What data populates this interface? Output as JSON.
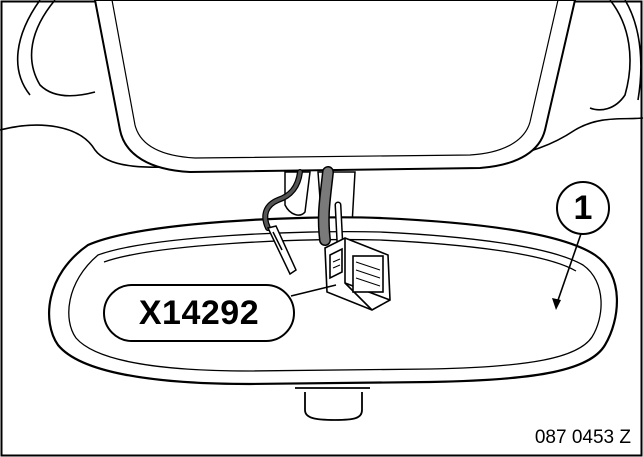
{
  "diagram": {
    "connector_label": "X14292",
    "item_number": "1",
    "reference_code": "087 0453 Z"
  },
  "colors": {
    "line": "#000000",
    "cable_light": "#bfbfbf",
    "cable_dark": "#404040",
    "background": "#ffffff"
  },
  "icons": [
    "mirror-housing",
    "mirror-glass",
    "connector-plug",
    "cable-harness"
  ]
}
